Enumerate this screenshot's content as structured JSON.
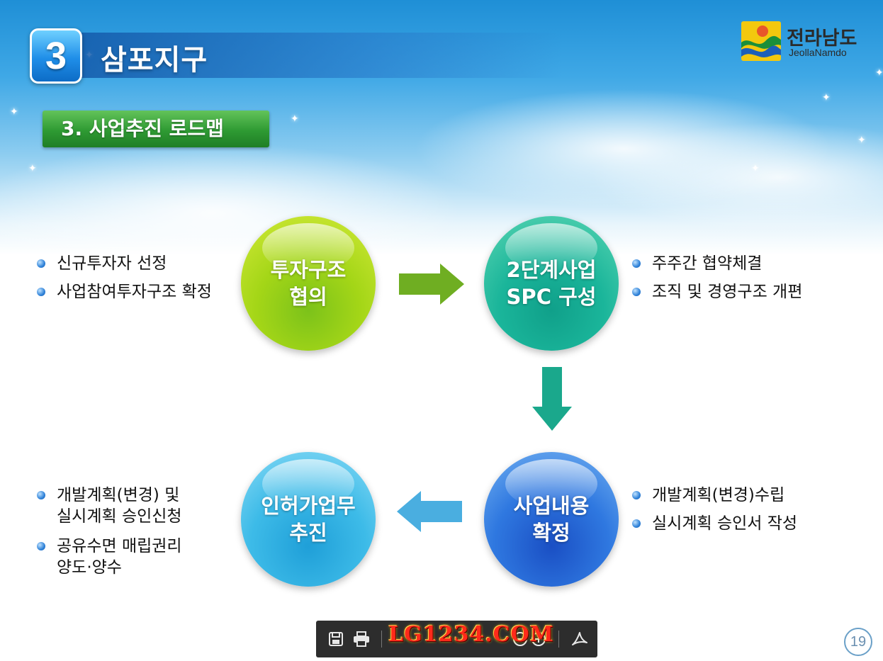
{
  "slide": {
    "number_badge": "3",
    "title": "삼포지구",
    "section_label": "3. 사업추진 로드맵",
    "page_number": "19"
  },
  "logo": {
    "name_ko": "전라남도",
    "name_en": "JeollaNamdo"
  },
  "steps": [
    {
      "line1": "투자구조",
      "line2": "협의",
      "color": "#a4d617"
    },
    {
      "line1": "2단계사업",
      "line2": "SPC 구성",
      "color": "#1ab59a"
    },
    {
      "line1": "사업내용",
      "line2": "확정",
      "color": "#2f78e0"
    },
    {
      "line1": "인허가업무",
      "line2": "추진",
      "color": "#3dbbe8"
    }
  ],
  "bullets": {
    "step1": [
      "신규투자자 선정",
      "사업참여투자구조 확정"
    ],
    "step2": [
      "주주간 협약체결",
      "조직 및 경영구조 개편"
    ],
    "step3": [
      "개발계획(변경)수립",
      "실시계획 승인서 작성"
    ],
    "step4": [
      {
        "line1": "개발계획(변경) 및",
        "line2": "실시계획 승인신청"
      },
      {
        "line1": "공유수면 매립권리",
        "line2": "양도·양수"
      }
    ]
  },
  "toolbar": {
    "icons": [
      "save-icon",
      "print-icon",
      "zoom-out-icon",
      "zoom-in-icon",
      "acrobat-icon"
    ]
  },
  "watermark": "LG1234.COM"
}
